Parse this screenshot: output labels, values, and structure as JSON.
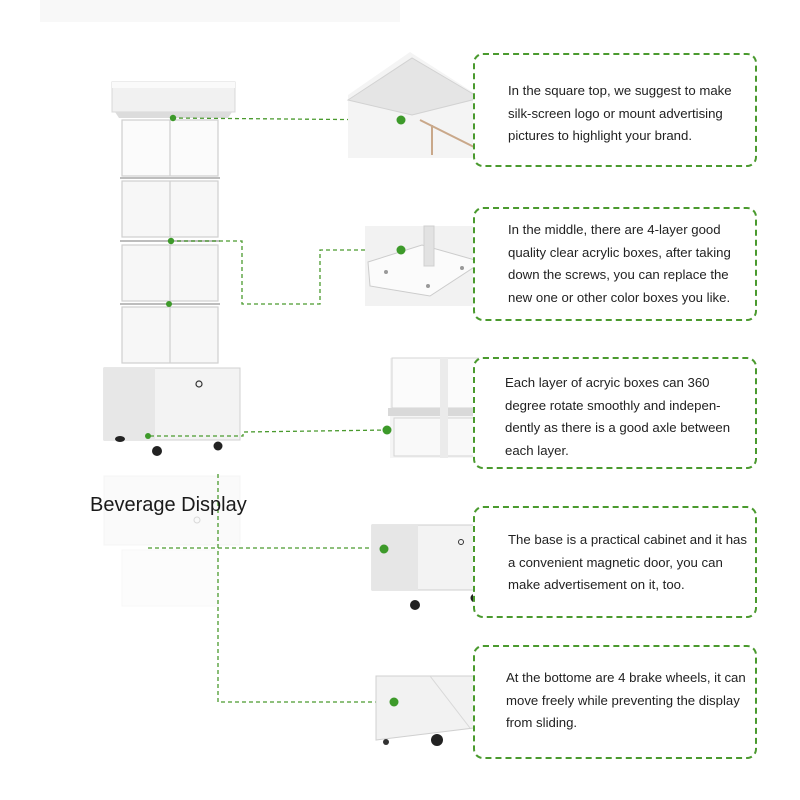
{
  "product_label": "Beverage Display",
  "callouts": [
    {
      "text": "In the square top, we suggest to make silk-screen logo or mount advertising pictures to highlight your brand."
    },
    {
      "text": "In the middle, there are 4-layer good quality clear acrylic boxes, after taking down the screws, you can replace the new one or other color boxes you like."
    },
    {
      "text": "Each layer of acryic boxes can 360 degree rotate smoothly and indepen-dently as there is a good axle between each layer."
    },
    {
      "text": "The base is a practical cabinet and it has a convenient magnetic door, you can make advertisement on it, too."
    },
    {
      "text": "At the bottome are 4 brake wheels, it can move freely while preventing the display from sliding."
    }
  ],
  "colors": {
    "accent": "#4a9a2e",
    "dot": "#3d9a2a"
  }
}
